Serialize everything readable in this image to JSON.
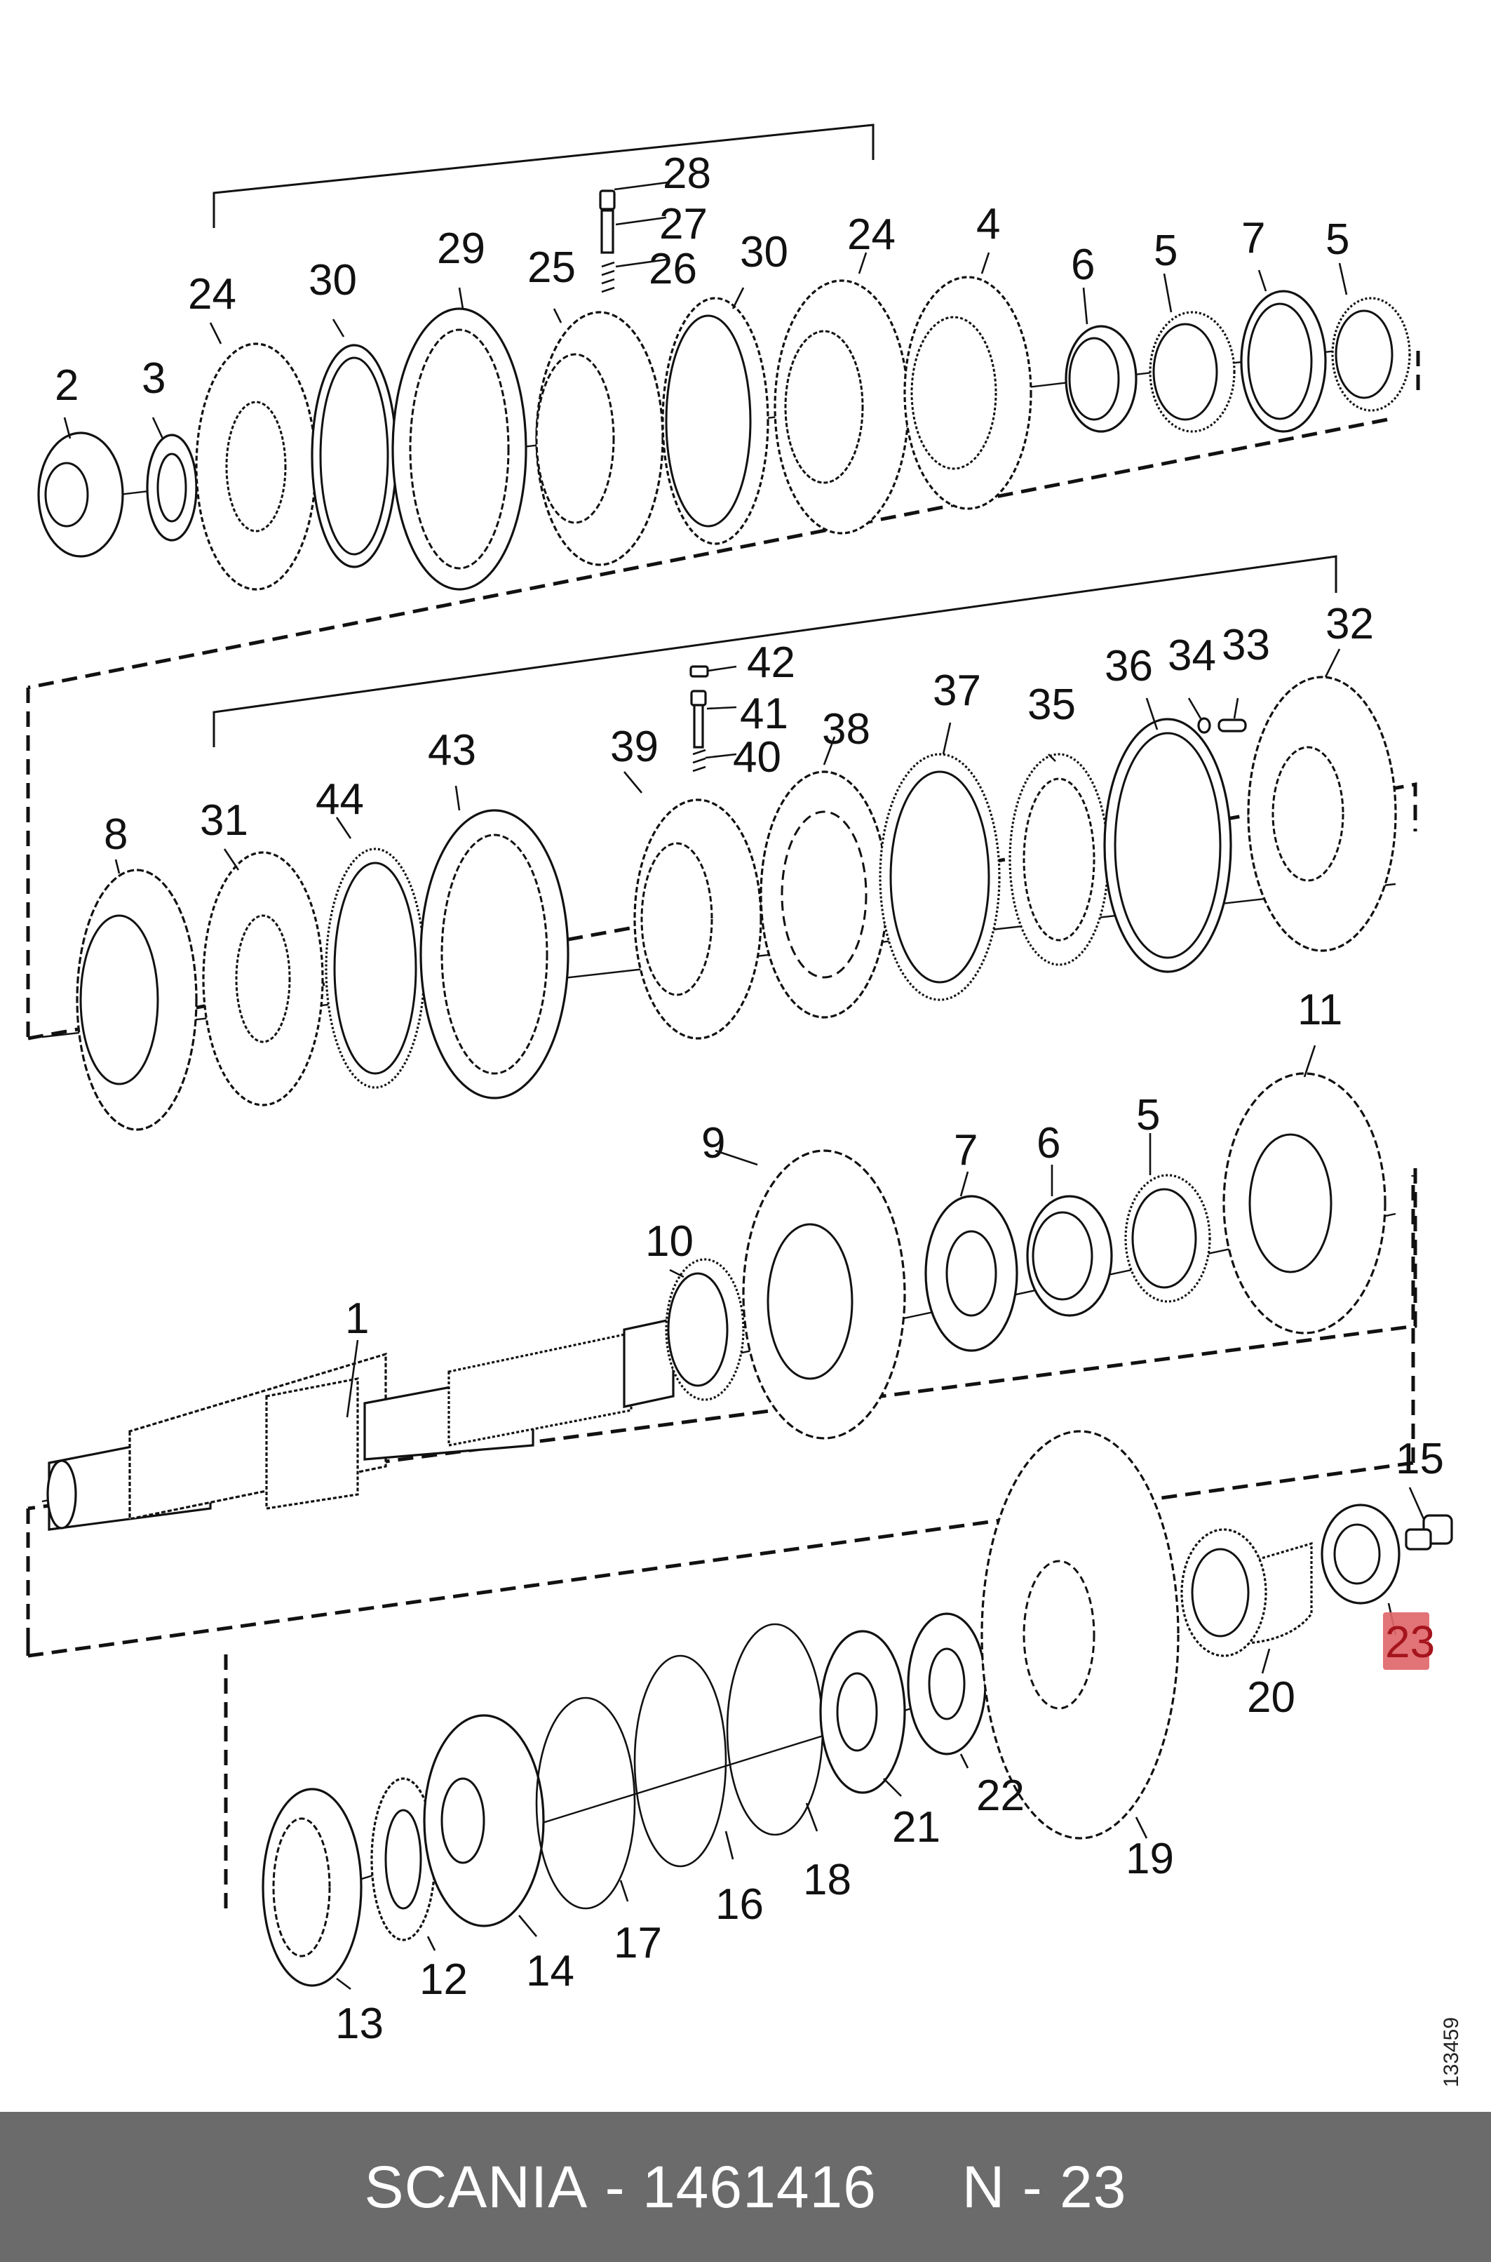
{
  "document": {
    "reference": "133459",
    "brand": "SCANIA",
    "part_number": "1461416",
    "position": "N - 23",
    "highlighted_callout": "23"
  },
  "callouts": {
    "row1": [
      "2",
      "3",
      "24",
      "30",
      "29",
      "25",
      "28",
      "27",
      "26",
      "30",
      "24",
      "4",
      "6",
      "5",
      "7",
      "5"
    ],
    "row2": [
      "8",
      "31",
      "44",
      "43",
      "39",
      "42",
      "41",
      "40",
      "38",
      "37",
      "35",
      "36",
      "34",
      "33",
      "32"
    ],
    "row3": [
      "1",
      "10",
      "9",
      "7",
      "6",
      "5",
      "11"
    ],
    "row4": [
      "15",
      "23",
      "20",
      "19",
      "22",
      "21",
      "18",
      "16",
      "17",
      "14",
      "12",
      "13"
    ]
  }
}
